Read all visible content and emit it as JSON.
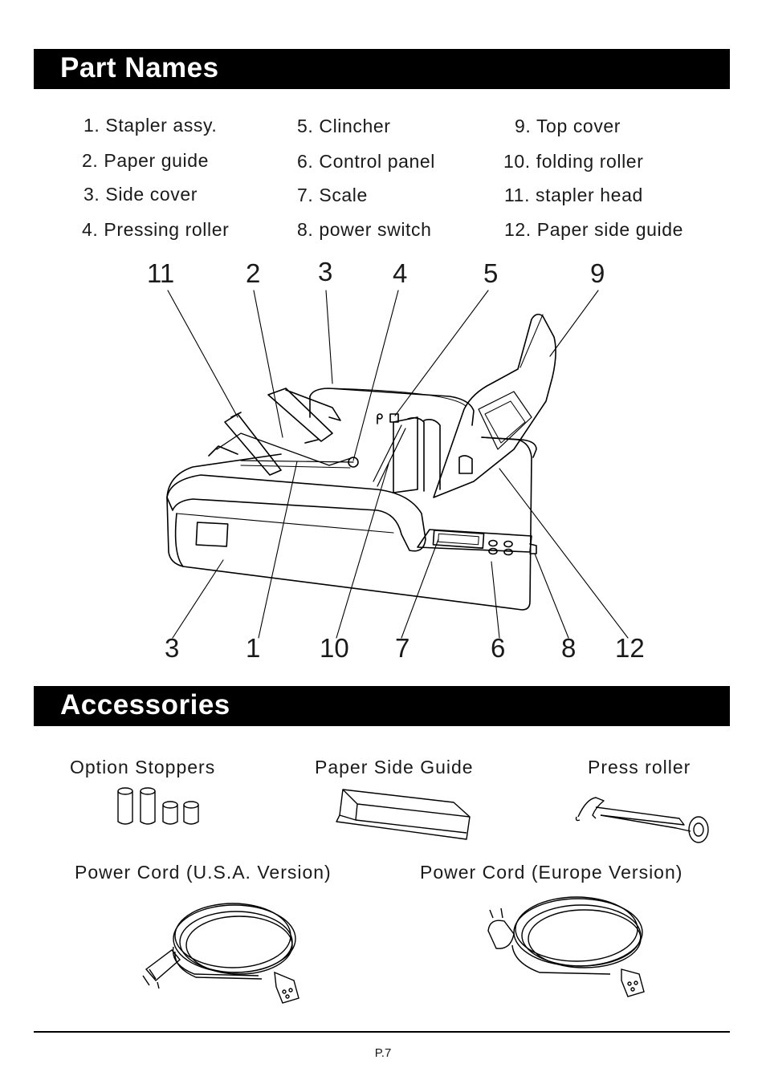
{
  "sections": {
    "part_names_title": "Part Names",
    "accessories_title": "Accessories"
  },
  "parts": [
    "1. Stapler assy.",
    "2. Paper guide",
    "3. Side cover",
    "4. Pressing roller",
    "5. Clincher",
    "6. Control panel",
    "7. Scale",
    "8. power switch",
    "9. Top cover",
    "10. folding roller",
    "11. stapler head",
    "12. Paper side guide"
  ],
  "callouts_top": [
    "11",
    "2",
    "3",
    "4",
    "5",
    "9"
  ],
  "callouts_bottom": [
    "3",
    "1",
    "10",
    "7",
    "6",
    "8",
    "12"
  ],
  "accessories": [
    "Option Stoppers",
    "Paper Side Guide",
    "Press roller",
    "Power Cord (U.S.A. Version)",
    "Power Cord (Europe Version)"
  ],
  "page_number": "P.7"
}
